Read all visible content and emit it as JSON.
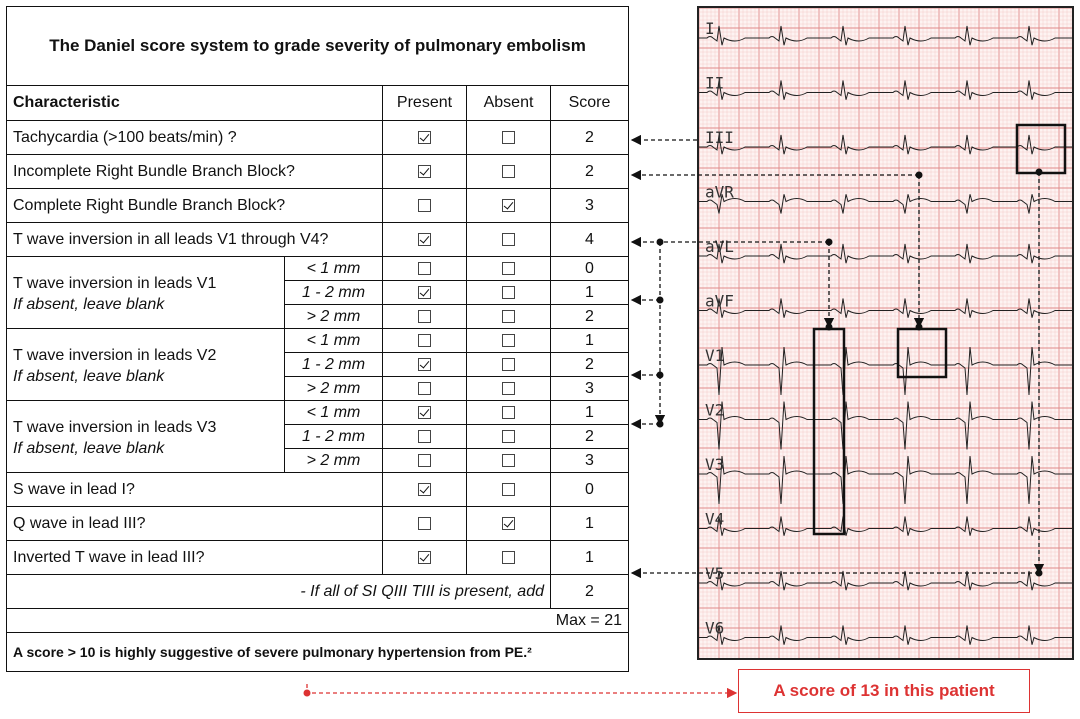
{
  "title": "The Daniel score system to grade severity of pulmonary embolism",
  "headers": {
    "characteristic": "Characteristic",
    "present": "Present",
    "absent": "Absent",
    "score": "Score"
  },
  "rows": [
    {
      "label": "Tachycardia (>100 beats/min) ?",
      "present": true,
      "absent": false,
      "score": "2"
    },
    {
      "label": "Incomplete Right Bundle Branch Block?",
      "present": true,
      "absent": false,
      "score": "2"
    },
    {
      "label": "Complete Right Bundle Branch Block?",
      "present": false,
      "absent": true,
      "score": "3"
    },
    {
      "label": "T wave inversion in all leads V1 through V4?",
      "present": true,
      "absent": false,
      "score": "4"
    }
  ],
  "groups": [
    {
      "label": "T wave inversion in leads V1",
      "note": "If absent, leave blank",
      "subs": [
        {
          "range": "< 1 mm",
          "present": false,
          "absent": false,
          "score": "0"
        },
        {
          "range": "1 - 2 mm",
          "present": true,
          "absent": false,
          "score": "1"
        },
        {
          "range": "> 2 mm",
          "present": false,
          "absent": false,
          "score": "2"
        }
      ]
    },
    {
      "label": "T wave inversion in leads V2",
      "note": "If absent, leave blank",
      "subs": [
        {
          "range": "< 1 mm",
          "present": false,
          "absent": false,
          "score": "1"
        },
        {
          "range": "1 - 2 mm",
          "present": true,
          "absent": false,
          "score": "2"
        },
        {
          "range": "> 2 mm",
          "present": false,
          "absent": false,
          "score": "3"
        }
      ]
    },
    {
      "label": "T wave inversion in leads V3",
      "note": "If absent, leave blank",
      "subs": [
        {
          "range": "< 1 mm",
          "present": true,
          "absent": false,
          "score": "1"
        },
        {
          "range": "1 - 2 mm",
          "present": false,
          "absent": false,
          "score": "2"
        },
        {
          "range": "> 2 mm",
          "present": false,
          "absent": false,
          "score": "3"
        }
      ]
    }
  ],
  "rows2": [
    {
      "label": "S wave in lead I?",
      "present": true,
      "absent": false,
      "score": "0"
    },
    {
      "label": "Q wave in lead III?",
      "present": false,
      "absent": true,
      "score": "1"
    },
    {
      "label": "Inverted T wave in lead III?",
      "present": true,
      "absent": false,
      "score": "1"
    }
  ],
  "siqiii": {
    "label": "- If all of SI QIII TIII is present, add",
    "score": "2"
  },
  "max": "Max = 21",
  "footnote": "A score > 10 is highly suggestive of severe pulmonary hypertension from PE.²",
  "result": "A score of 13 in this patient",
  "ecg_leads": [
    "I",
    "II",
    "III",
    "aVR",
    "aVL",
    "aVF",
    "V1",
    "V2",
    "V3",
    "V4",
    "V5",
    "V6"
  ],
  "colors": {
    "grid_minor": "#f3c2c2",
    "grid_major": "#e08a8a",
    "accent_red": "#dd3333",
    "trace": "#222222"
  }
}
